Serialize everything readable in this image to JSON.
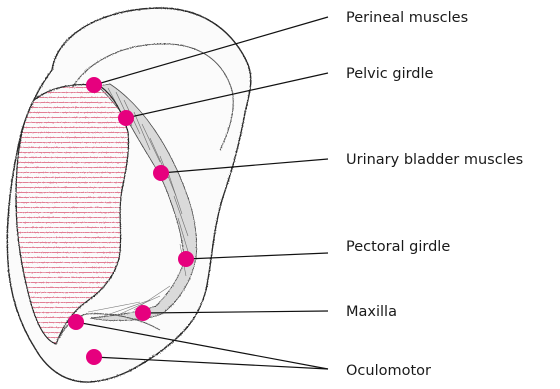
{
  "diagram": {
    "colors": {
      "marker": "#e6007e",
      "hatch": "#e0708a",
      "ear_outline": "#2a2a2a",
      "shading": "#3a3a3a"
    },
    "labels": [
      {
        "id": "perineal",
        "text": "Perineal muscles"
      },
      {
        "id": "pelvic",
        "text": "Pelvic girdle"
      },
      {
        "id": "bladder",
        "text": "Urinary bladder muscles"
      },
      {
        "id": "pectoral",
        "text": "Pectoral girdle"
      },
      {
        "id": "maxilla",
        "text": "Maxilla"
      },
      {
        "id": "oculomotor",
        "text": "Oculomotor"
      }
    ]
  }
}
